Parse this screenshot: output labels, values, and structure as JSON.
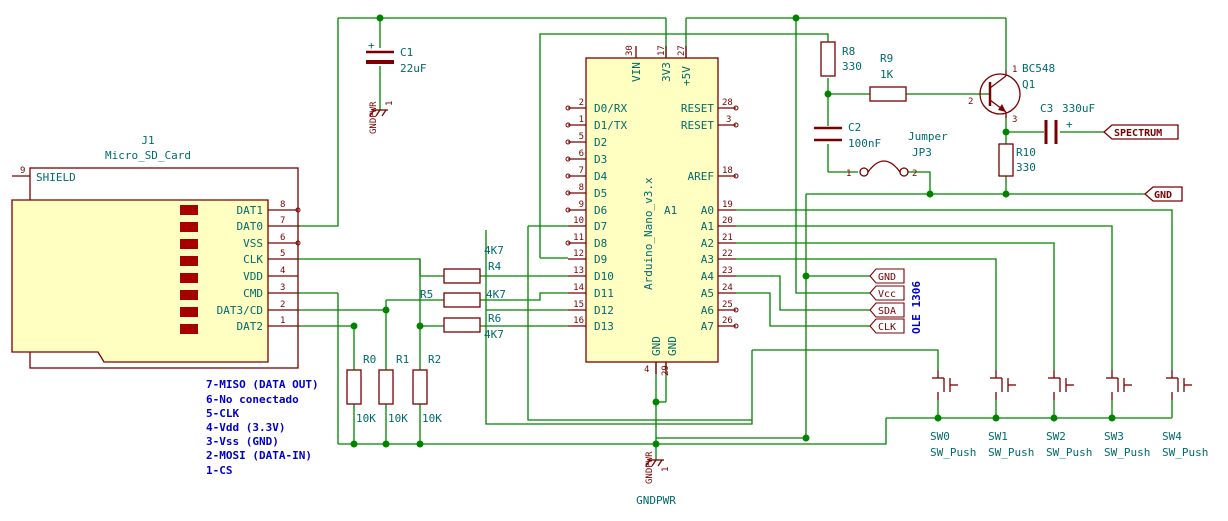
{
  "components": {
    "j1": {
      "ref": "J1",
      "name": "Micro_SD_Card",
      "shield": "SHIELD",
      "pins": [
        {
          "num": "9",
          "label": "SHIELD"
        },
        {
          "num": "8",
          "label": "DAT1"
        },
        {
          "num": "7",
          "label": "DAT0"
        },
        {
          "num": "6",
          "label": "VSS"
        },
        {
          "num": "5",
          "label": "CLK"
        },
        {
          "num": "4",
          "label": "VDD"
        },
        {
          "num": "3",
          "label": "CMD"
        },
        {
          "num": "2",
          "label": "DAT3/CD"
        },
        {
          "num": "1",
          "label": "DAT2"
        }
      ]
    },
    "c1": {
      "ref": "C1",
      "value": "22uF"
    },
    "c2": {
      "ref": "C2",
      "value": "100nF"
    },
    "c3": {
      "ref": "C3",
      "value": "330uF"
    },
    "r8": {
      "ref": "R8",
      "value": "330"
    },
    "r9": {
      "ref": "R9",
      "value": "1K"
    },
    "r10": {
      "ref": "R10",
      "value": "330"
    },
    "q1": {
      "ref": "Q1",
      "value": "BC548"
    },
    "jp3": {
      "ref": "JP3",
      "value": "Jumper"
    },
    "r4": {
      "ref": "R4",
      "value": "4K7"
    },
    "r5": {
      "ref": "R5",
      "value": "4K7"
    },
    "r6": {
      "ref": "R6",
      "value": "4K7"
    },
    "r0": {
      "ref": "R0",
      "value": "10K"
    },
    "r1": {
      "ref": "R1",
      "value": "10K"
    },
    "r2": {
      "ref": "R2",
      "value": "10K"
    },
    "switches": [
      {
        "ref": "SW0",
        "value": "SW_Push"
      },
      {
        "ref": "SW1",
        "value": "SW_Push"
      },
      {
        "ref": "SW2",
        "value": "SW_Push"
      },
      {
        "ref": "SW3",
        "value": "SW_Push"
      },
      {
        "ref": "SW4",
        "value": "SW_Push"
      }
    ],
    "nano": {
      "name": "Arduino_Nano_v3.x",
      "top_pins": [
        {
          "num": "30",
          "label": "VIN"
        },
        {
          "num": "17",
          "label": "3V3"
        },
        {
          "num": "27",
          "label": "+5V"
        }
      ],
      "left_pins": [
        {
          "num": "2",
          "label": "D0/RX"
        },
        {
          "num": "1",
          "label": "D1/TX"
        },
        {
          "num": "5",
          "label": "D2"
        },
        {
          "num": "6",
          "label": "D3"
        },
        {
          "num": "7",
          "label": "D4"
        },
        {
          "num": "8",
          "label": "D5"
        },
        {
          "num": "9",
          "label": "D6"
        },
        {
          "num": "10",
          "label": "D7"
        },
        {
          "num": "11",
          "label": "D8"
        },
        {
          "num": "12",
          "label": "D9"
        },
        {
          "num": "13",
          "label": "D10"
        },
        {
          "num": "14",
          "label": "D11"
        },
        {
          "num": "15",
          "label": "D12"
        },
        {
          "num": "16",
          "label": "D13"
        }
      ],
      "right_pins": [
        {
          "num": "28",
          "label": "RESET"
        },
        {
          "num": "3",
          "label": "RESET"
        },
        {
          "num": "18",
          "label": "AREF"
        },
        {
          "num": "19",
          "label": "A0"
        },
        {
          "num": "20",
          "label": "A1"
        },
        {
          "num": "21",
          "label": "A2"
        },
        {
          "num": "22",
          "label": "A3"
        },
        {
          "num": "23",
          "label": "A4"
        },
        {
          "num": "24",
          "label": "A5"
        },
        {
          "num": "25",
          "label": "A6"
        },
        {
          "num": "26",
          "label": "A7"
        }
      ],
      "bottom_pins": [
        {
          "num": "4",
          "label": "GND"
        },
        {
          "num": "29",
          "label": "GND"
        }
      ],
      "a1_label": "A1"
    }
  },
  "power": {
    "gndpwr": "GNDPWR",
    "gndpwr_num": "1"
  },
  "labels": {
    "spectrum": "SPECTRUM",
    "gnd": "GND",
    "oled_gnd": "GND",
    "oled_vcc": "Vcc",
    "oled_sda": "SDA",
    "oled_clk": "CLK",
    "oled_title": "OLE 1306"
  },
  "notes": [
    "7-MISO (DATA OUT)",
    "6-No conectado",
    "5-CLK",
    "4-Vdd (3.3V)",
    "3-Vss (GND)",
    "2-MOSI (DATA-IN)",
    "1-CS"
  ],
  "colors": {
    "wire": "#008400",
    "body": "#7a0000",
    "fill": "#ffffc2",
    "text": "#006b6b",
    "note": "#0000c8"
  }
}
